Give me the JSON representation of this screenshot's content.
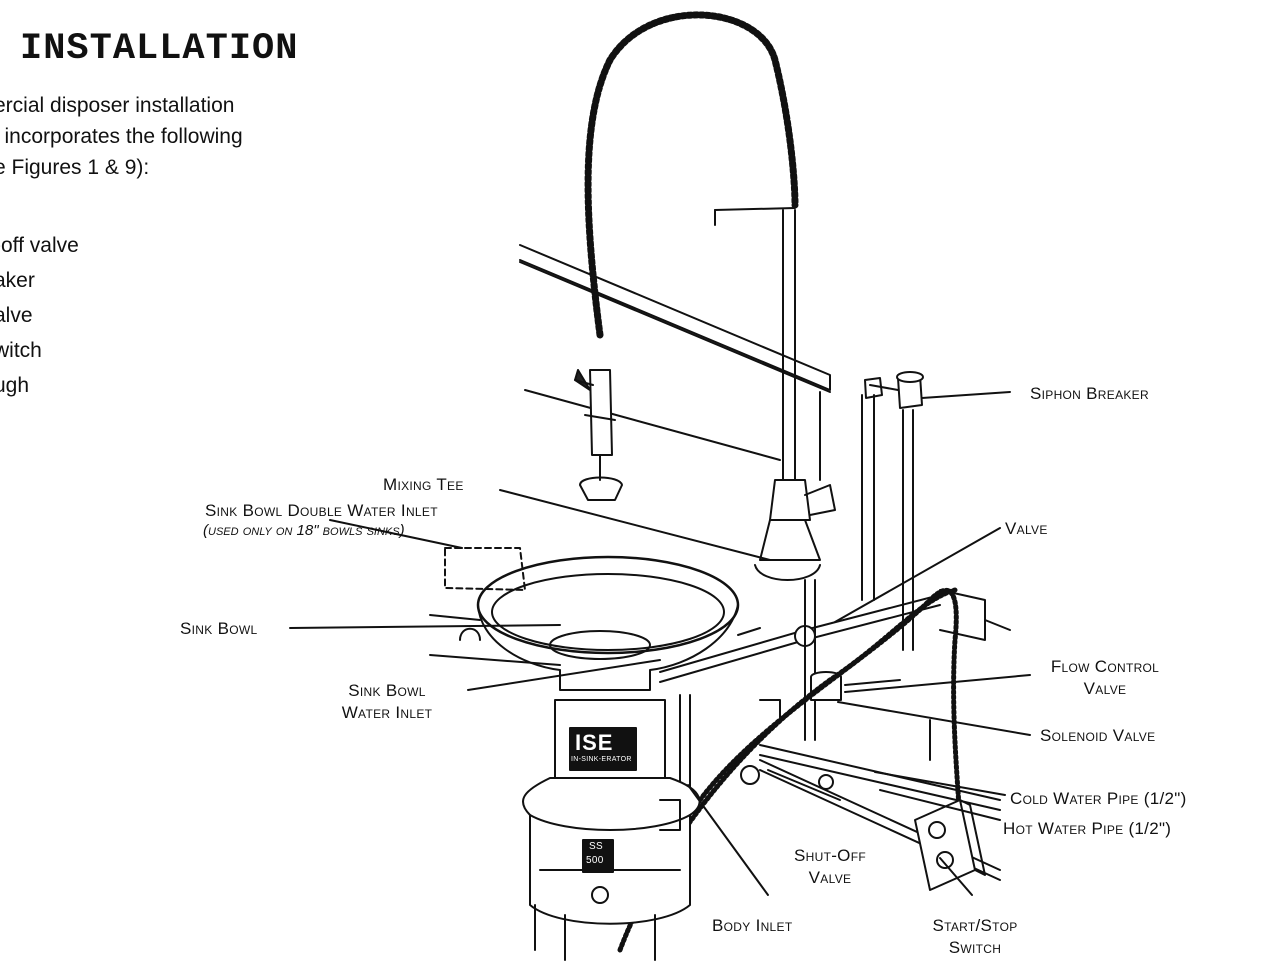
{
  "heading": "INSTALLATION",
  "intro_lines": [
    "ercial disposer installation",
    "l incorporates the following",
    "e Figures 1 & 9):"
  ],
  "list_items": [
    "-off valve",
    "aker",
    "alve",
    "witch",
    "ugh"
  ],
  "labels": {
    "siphon_breaker": "Siphon Breaker",
    "mixing_tee": "Mixing Tee",
    "double_inlet": "Sink Bowl Double Water Inlet",
    "double_inlet_note": "(used only on 18\" bowls sinks)",
    "valve": "Valve",
    "sink_bowl": "Sink Bowl",
    "flow_control_1": "Flow Control",
    "flow_control_2": "Valve",
    "sink_bowl_inlet_1": "Sink Bowl",
    "sink_bowl_inlet_2": "Water Inlet",
    "solenoid": "Solenoid Valve",
    "cold_pipe": "Cold Water Pipe (1/2\")",
    "hot_pipe": "Hot Water Pipe (1/2\")",
    "shutoff_1": "Shut-Off",
    "shutoff_2": "Valve",
    "body_inlet": "Body Inlet",
    "switch_1": "Start/Stop",
    "switch_2": "Switch"
  },
  "disposer_brand": {
    "logo": "ISE",
    "logo_sub": "IN-SINK-ERATOR",
    "badge_1": "SS",
    "badge_2": "500"
  }
}
